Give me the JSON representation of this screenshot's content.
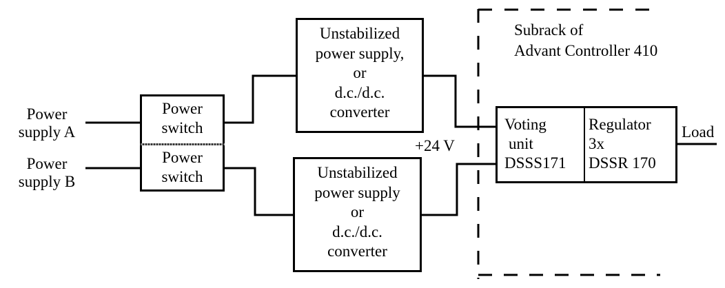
{
  "diagram": {
    "inputs": {
      "supply_a": [
        "Power",
        "supply A"
      ],
      "supply_b": [
        "Power",
        "supply B"
      ]
    },
    "power_switch_a": [
      "Power",
      "switch"
    ],
    "power_switch_b": [
      "Power",
      "switch"
    ],
    "converter_top": [
      "Unstabilized",
      "power supply,",
      "or",
      "d.c./d.c.",
      "converter"
    ],
    "converter_bottom": [
      "Unstabilized",
      "power supply",
      "or",
      "d.c./d.c.",
      "converter"
    ],
    "voltage_label": "+24 V",
    "subrack_label": [
      "Subrack of",
      "Advant Controller 410"
    ],
    "voting_unit": [
      "Voting",
      "unit",
      "DSSS171"
    ],
    "regulator": [
      "Regulator",
      "3x",
      "DSSR 170"
    ],
    "output_label": "Load"
  }
}
